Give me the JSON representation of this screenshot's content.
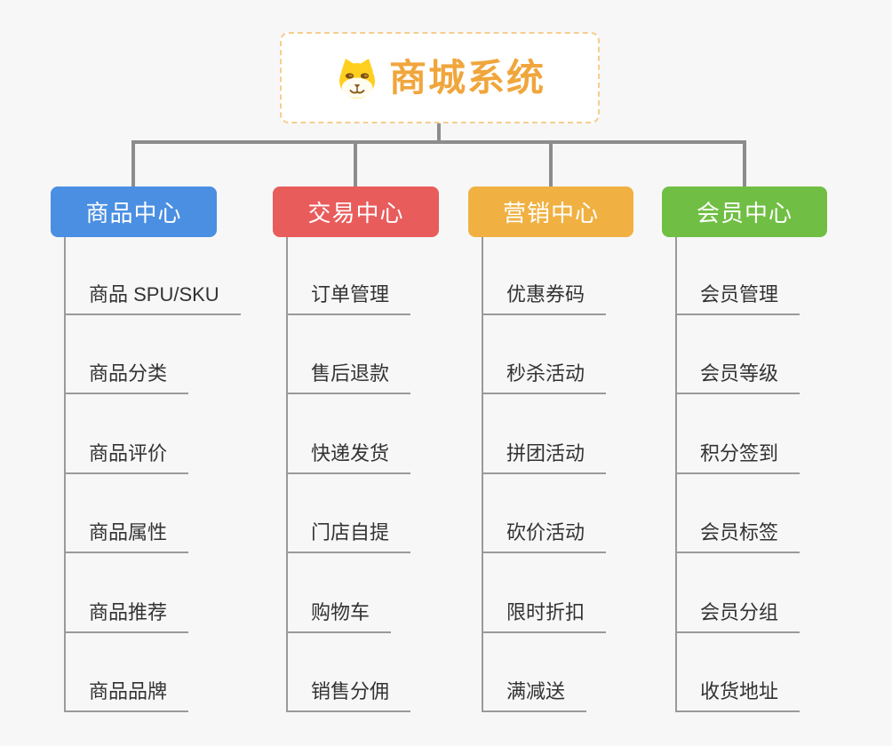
{
  "page": {
    "background_color": "#f7f7f7",
    "connector_color": "#8c8c8c",
    "leaf_line_color": "#9a9a9a",
    "leaf_text_color": "#333333"
  },
  "root": {
    "title": "商城系统",
    "icon": "shiba-dog-icon",
    "text_color": "#f0a63c",
    "border_color": "#f6cd8f"
  },
  "branches": [
    {
      "label": "商品中心",
      "color": "#4a8fe2",
      "items": [
        "商品 SPU/SKU",
        "商品分类",
        "商品评价",
        "商品属性",
        "商品推荐",
        "商品品牌"
      ]
    },
    {
      "label": "交易中心",
      "color": "#e85c5c",
      "items": [
        "订单管理",
        "售后退款",
        "快递发货",
        "门店自提",
        "购物车",
        "销售分佣"
      ]
    },
    {
      "label": "营销中心",
      "color": "#f0b142",
      "items": [
        "优惠券码",
        "秒杀活动",
        "拼团活动",
        "砍价活动",
        "限时折扣",
        "满减送"
      ]
    },
    {
      "label": "会员中心",
      "color": "#70bf44",
      "items": [
        "会员管理",
        "会员等级",
        "积分签到",
        "会员标签",
        "会员分组",
        "收货地址"
      ]
    }
  ]
}
